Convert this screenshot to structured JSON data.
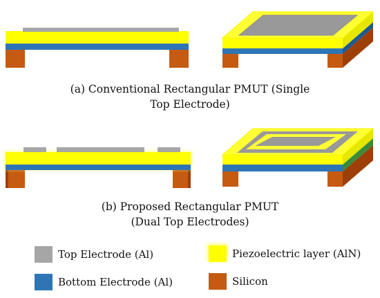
{
  "colors": {
    "top_electrode": "#a6a6a6",
    "bottom_electrode": "#2e75b6",
    "piezo": "#ffff00",
    "piezo_side": "#e6e600",
    "silicon": "#c55a11",
    "silicon_side": "#9e3f07"
  },
  "panel_a": {
    "caption_line1": "(a) Conventional Rectangular PMUT (Single",
    "caption_line2": "Top Electrode)"
  },
  "panel_b": {
    "caption_line1": "(b) Proposed Rectangular PMUT",
    "caption_line2": "(Dual Top Electrodes)"
  },
  "legend": {
    "top_electrode": "Top Electrode (Al)",
    "bottom_electrode": "Bottom Electrode (Al)",
    "piezo": "Piezoelectric layer (AlN)",
    "silicon": "Silicon"
  }
}
